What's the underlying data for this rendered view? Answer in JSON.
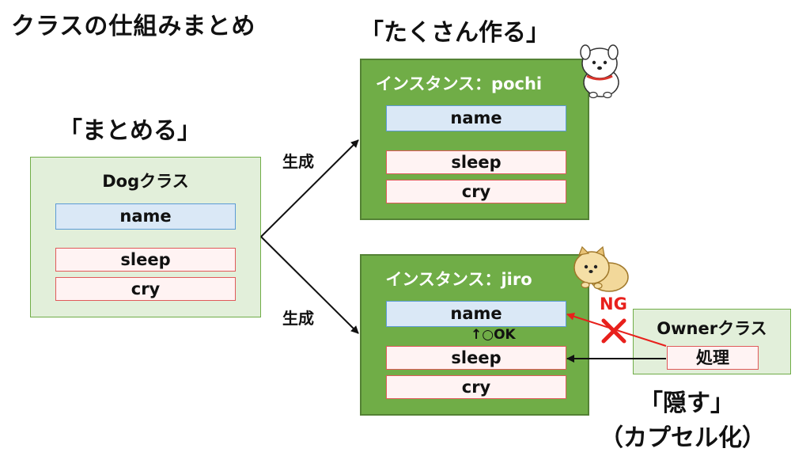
{
  "title": "クラスの仕組みまとめ",
  "labels": {
    "matomeru": "「まとめる」",
    "takusan": "「たくさん作る」",
    "kakusu": "「隠す」",
    "encapsulation": "（カプセル化）",
    "generate_top": "生成",
    "generate_bottom": "生成",
    "ng": "NG",
    "ok": "OK",
    "ok_marker": "↑○"
  },
  "dog_class": {
    "title": "Dogクラス",
    "field": "name",
    "methods": [
      "sleep",
      "cry"
    ]
  },
  "instance_pochi": {
    "title": "インスタンス：pochi",
    "field": "name",
    "methods": [
      "sleep",
      "cry"
    ]
  },
  "instance_jiro": {
    "title": "インスタンス：jiro",
    "field": "name",
    "methods": [
      "sleep",
      "cry"
    ]
  },
  "owner_class": {
    "title": "Ownerクラス",
    "process": "処理"
  },
  "colors": {
    "class_fill": "#e2efda",
    "instance_fill": "#70ad47",
    "field_fill": "#dae8f6",
    "method_fill": "#fff3f3",
    "ng_red": "#e8201c"
  },
  "icons": [
    "white-dog-icon",
    "pomeranian-dog-icon",
    "cross-mark-icon"
  ]
}
